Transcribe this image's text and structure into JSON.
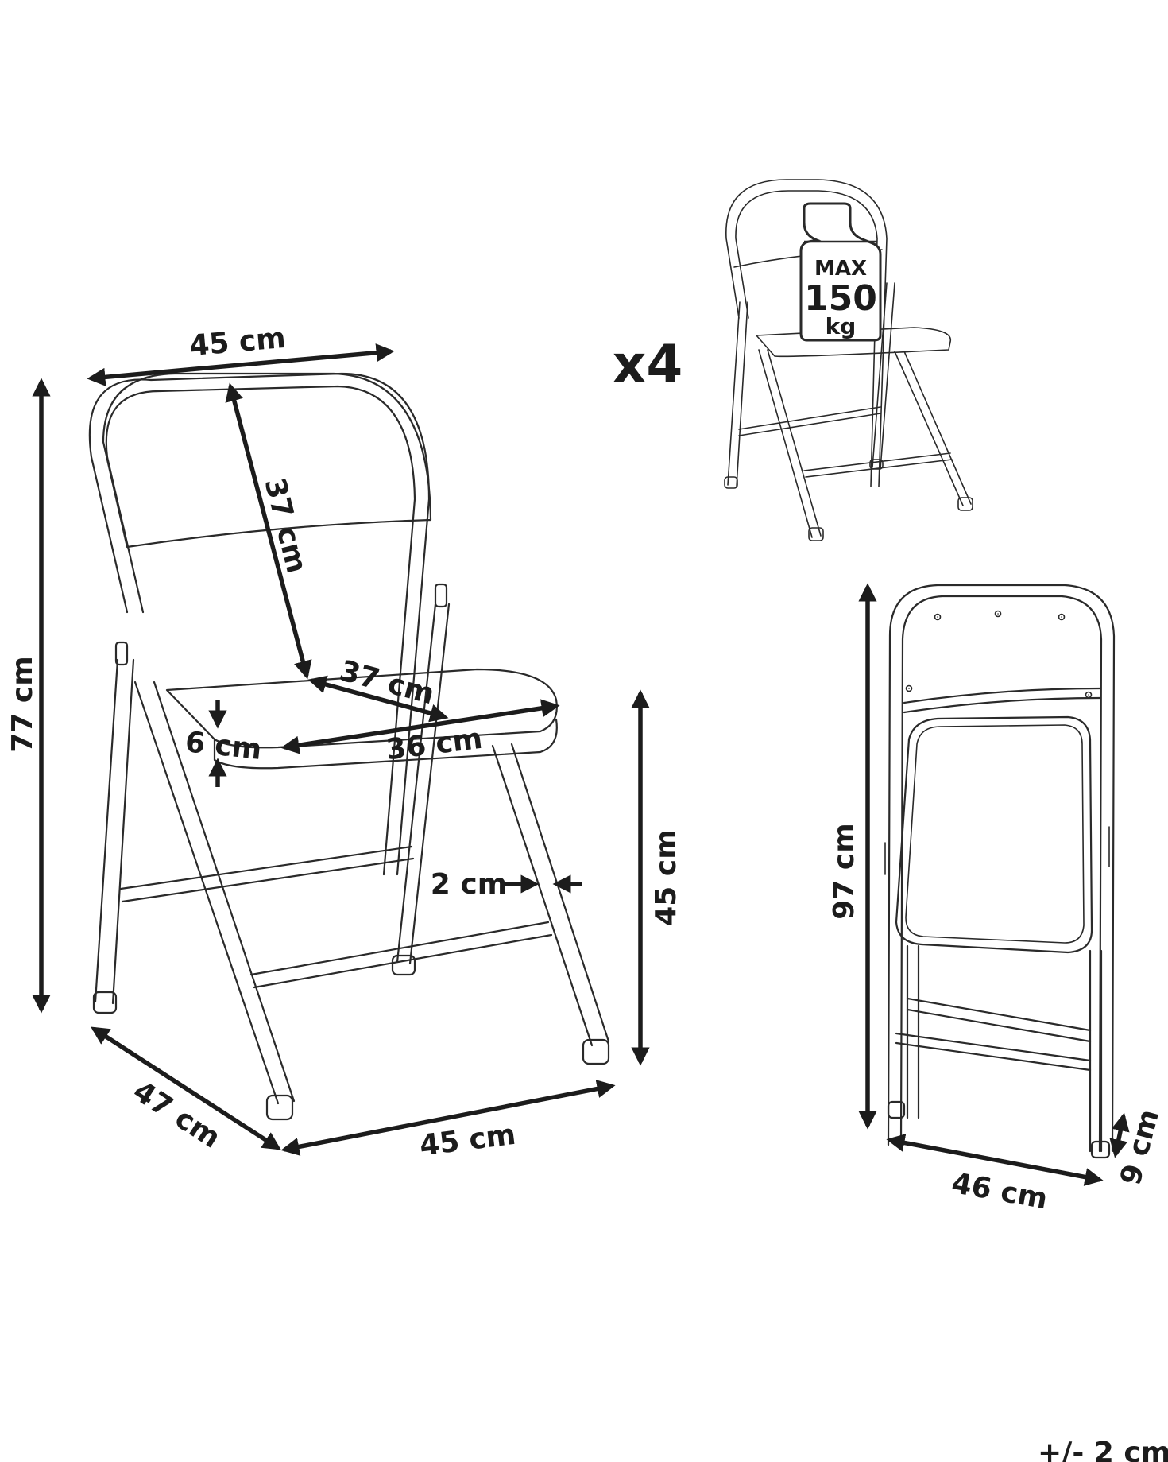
{
  "quantity": "x4",
  "max_load": {
    "max": "MAX",
    "value": "150",
    "unit": "kg"
  },
  "dimensions": {
    "back_width": "45 cm",
    "total_height": "77 cm",
    "back_height": "37 cm",
    "seat_depth": "37 cm",
    "seat_width": "36 cm",
    "seat_thickness": "6 cm",
    "frame_tube": "2 cm",
    "seat_height": "45 cm",
    "base_depth": "47 cm",
    "base_width": "45 cm",
    "folded_height": "97 cm",
    "folded_width": "46 cm",
    "folded_depth": "9 cm"
  },
  "tolerance": "+/- 2 cm",
  "colors": {
    "line": "#2a2a2a",
    "text": "#1c1c1c",
    "background": "#ffffff"
  }
}
